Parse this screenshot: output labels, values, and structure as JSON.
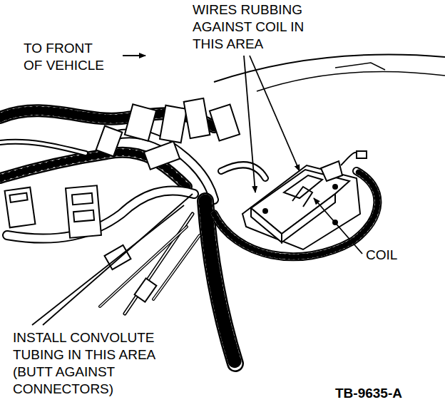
{
  "diagram": {
    "labels": [
      "WIRES RUBBING AGAINST COIL IN THIS AREA",
      "TO FRONT OF VEHICLE",
      "COIL",
      "INSTALL CONVOLUTE TUBING IN THIS AREA (BUTT AGAINST CONNECTORS)",
      "TB-9635-A"
    ]
  }
}
